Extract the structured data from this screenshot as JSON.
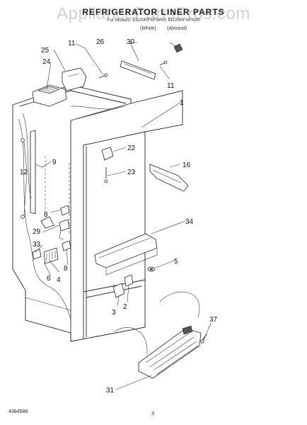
{
  "header": {
    "title": "REFRIGERATOR LINER PARTS",
    "models": "For Models: ED25RFXFW00, ED25RFXFN00",
    "color_a": "(White)",
    "color_b": "(Almond)",
    "watermark": "AppliancePartsPros.com"
  },
  "callouts": [
    {
      "id": "c30",
      "label": "30"
    },
    {
      "id": "c26",
      "label": "26"
    },
    {
      "id": "c11a",
      "label": "11"
    },
    {
      "id": "c25",
      "label": "25"
    },
    {
      "id": "c24",
      "label": "24"
    },
    {
      "id": "c11b",
      "label": "11"
    },
    {
      "id": "c1",
      "label": "1"
    },
    {
      "id": "c22",
      "label": "22"
    },
    {
      "id": "c23",
      "label": "23"
    },
    {
      "id": "c16",
      "label": "16"
    },
    {
      "id": "c12",
      "label": "12"
    },
    {
      "id": "c9",
      "label": "9"
    },
    {
      "id": "c8a",
      "label": "8"
    },
    {
      "id": "c29",
      "label": "29"
    },
    {
      "id": "c33",
      "label": "33"
    },
    {
      "id": "c8b",
      "label": "8"
    },
    {
      "id": "c6",
      "label": "6"
    },
    {
      "id": "c4",
      "label": "4"
    },
    {
      "id": "c34",
      "label": "34"
    },
    {
      "id": "c5",
      "label": "5"
    },
    {
      "id": "c3",
      "label": "3"
    },
    {
      "id": "c2",
      "label": "2"
    },
    {
      "id": "c37",
      "label": "37"
    },
    {
      "id": "c31",
      "label": "31"
    }
  ],
  "footer": {
    "doc_number": "4384588",
    "page": "3"
  }
}
